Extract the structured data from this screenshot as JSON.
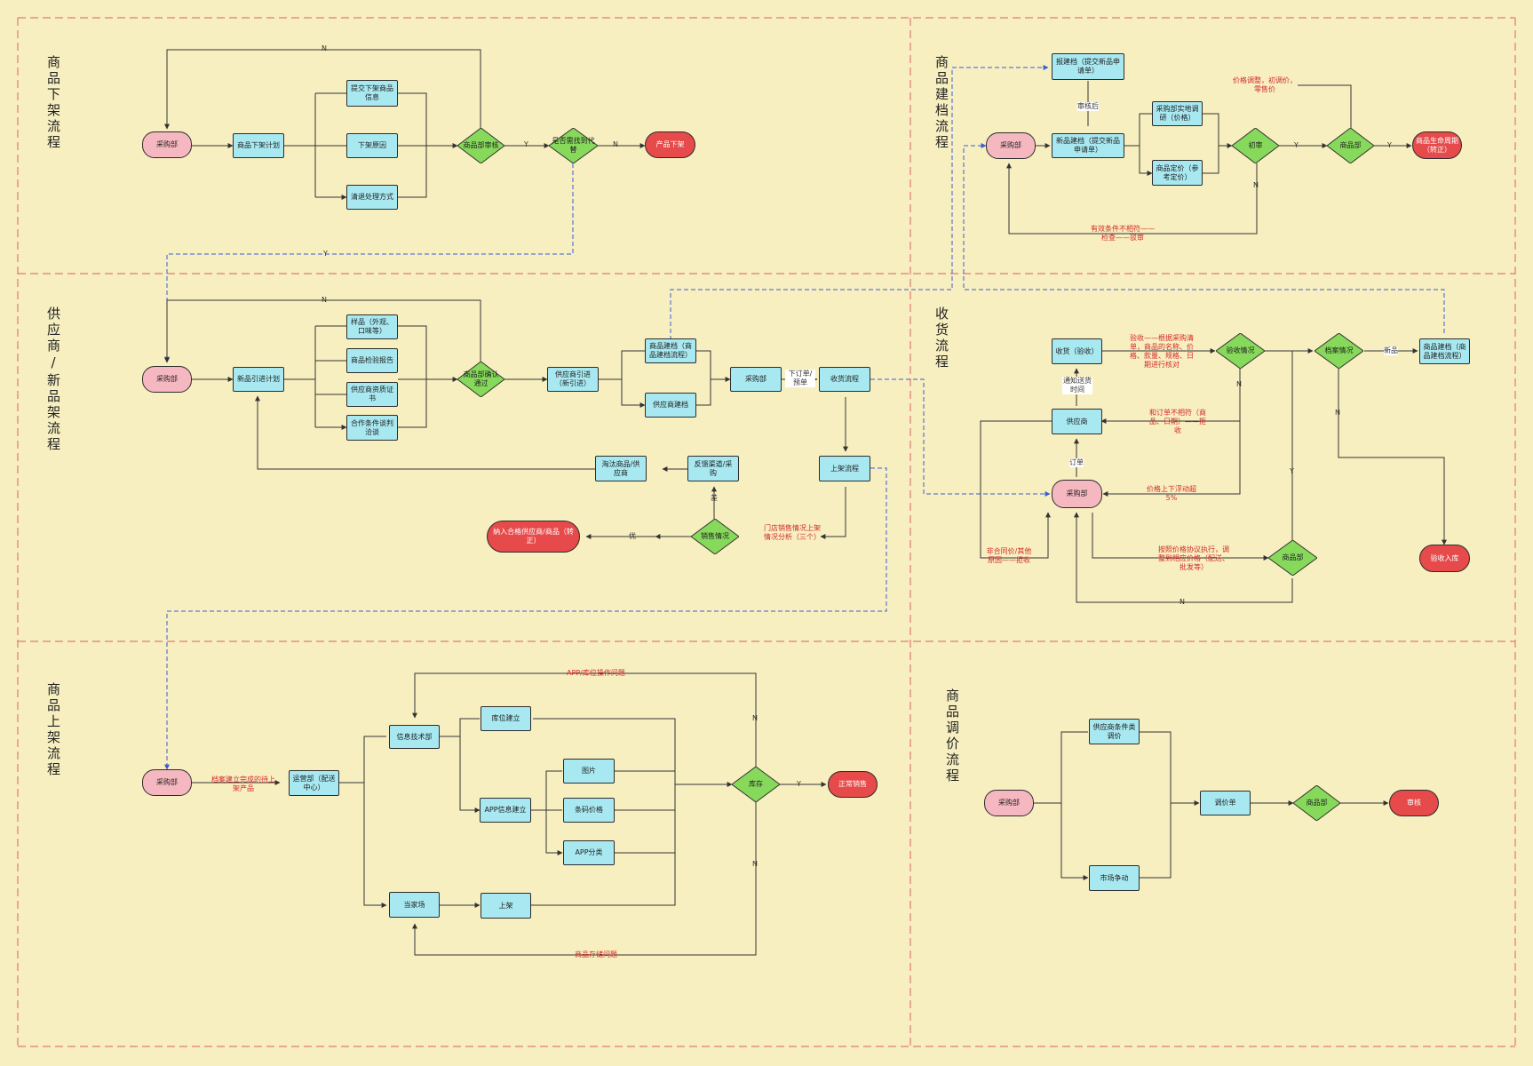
{
  "lanes": {
    "delist": "商品下架流程",
    "supplier": "供应商/新品架流程",
    "shelf": "商品上架流程",
    "archive": "商品建档流程",
    "receive": "收货流程",
    "price": "商品调价流程"
  },
  "nodes": {
    "d_purchase": "采购部",
    "d_plan": "商品下架计划",
    "d_submit": "提交下架商品信息",
    "d_reason": "下架原因",
    "d_method": "清退处理方式",
    "d_review": "商品部审核",
    "d_exist": "是否需找到代替",
    "d_end": "产品下架",
    "s_purchase": "采购部",
    "s_plan": "新品引进计划",
    "s_sample": "样品（外观、口味等）",
    "s_report": "商品检验报告",
    "s_qual": "供应商资质证书",
    "s_terms": "合作条件谈判洽谈",
    "s_confirm": "商品部确认通过",
    "s_intro": "供应商引进（新引进）",
    "s_archive": "商品建档（商品建档流程）",
    "s_supbuild": "供应商建档",
    "s_buy": "采购部",
    "s_receive": "收货流程",
    "s_shelf": "上架流程",
    "s_feedback": "反馈渠道/采购",
    "s_eliminate": "淘汰商品/供应商",
    "s_sales": "销售情况",
    "s_blacklist": "纳入合格供应商/商品（转正）",
    "u_purchase": "采购部",
    "u_ops": "运营部（配送中心）",
    "u_it": "信息技术部",
    "u_shelfloc": "库位建立",
    "u_app": "APP信息建立",
    "u_img": "图片",
    "u_price": "条码价格",
    "u_cat": "APP分类",
    "u_store": "当家场",
    "u_onshelf": "上架",
    "u_stock": "库存",
    "u_sale": "正常销售",
    "a_report": "报建档（提交新品申请单）",
    "a_purchase": "采购部",
    "a_new": "新品建档（提交新品申请单）",
    "a_survey": "采购部实地调研（价格）",
    "a_market": "商品定价（参考定价）",
    "a_check": "初审",
    "a_dept": "商品部",
    "a_end": "商品生命周期（转正）",
    "r_check": "收货（验收）",
    "r_accept": "验收情况",
    "r_archive": "档案情况",
    "r_newarch": "商品建档（商品建档流程）",
    "r_supplier": "供应商",
    "r_purchase": "采购部",
    "r_dept": "商品部",
    "r_end": "验收入库",
    "p_purchase": "采购部",
    "p_supplier": "供应商条件类调价",
    "p_market": "市场争动",
    "p_form": "调价单",
    "p_dept": "商品部",
    "p_end": "审核"
  },
  "labels": {
    "d_n": "N",
    "d_y1": "Y",
    "d_n2": "N",
    "d_y2": "Y",
    "s_n": "N",
    "s_order": "下订单/预单",
    "s_feedback": "门店销售情况上架情况分析（三个）",
    "s_diff": "差",
    "s_good": "优",
    "u_note": "档案建立完成的待上架产品",
    "u_app_issue": "APP/库位操作问题",
    "u_n1": "N",
    "u_y": "Y",
    "u_n2": "N",
    "u_issue2": "商品存储问题",
    "a_prodcheck": "审核后",
    "a_pricing": "价格调整，初调价，零售价",
    "a_y1": "Y",
    "a_y2": "Y",
    "a_n": "N",
    "a_reject": "有效条件不相符——检查——驳审",
    "r_accept_note": "验收——根据采购清单，商品的名称、价格、款量、规格、日期进行核对",
    "r_new": "新品",
    "r_n1": "N",
    "r_n2": "N",
    "r_y": "Y",
    "r_pend": "通知送货时间",
    "r_order": "订单",
    "r_reject": "和订单不相符（商品、日期）——拒收",
    "r_price": "价格上下浮动超5%",
    "r_proc": "按照价格协议执行，调整到相应价格（配送、批发等）",
    "r_left": "非合同价/其他原因——拒收",
    "r_bn": "N"
  },
  "colors": {
    "background": "#f7efc0",
    "box": "#a8e9f1",
    "start": "#f6b8c0",
    "end": "#e64a4a",
    "decision": "#86d95a",
    "lane_border": "#e07a7a",
    "dashed_link": "#3a5bd8"
  }
}
